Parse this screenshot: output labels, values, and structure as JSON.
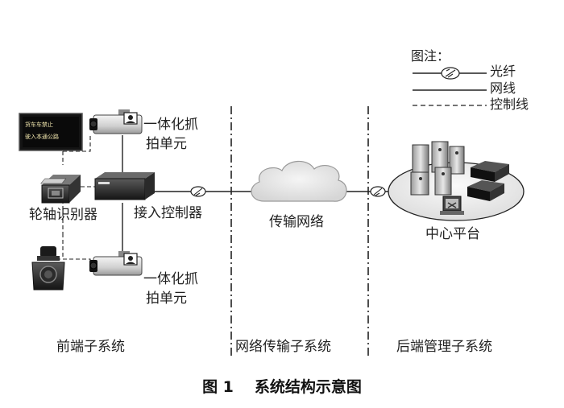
{
  "legend": {
    "title": "图注：",
    "items": [
      {
        "label": "光纤",
        "type": "fiber"
      },
      {
        "label": "网线",
        "type": "network"
      },
      {
        "label": "控制线",
        "type": "control"
      }
    ]
  },
  "devices": {
    "camera_top_label": [
      "一体化抓",
      "拍单元"
    ],
    "camera_bottom_label": [
      "一体化抓",
      "拍单元"
    ],
    "axle_label": "轮轴识别器",
    "controller_label": "接入控制器",
    "network_label": "传输网络",
    "center_label": "中心平台",
    "sign_text": [
      "货车车禁止",
      "驶入本通公路"
    ]
  },
  "subsystems": [
    "前端子系统",
    "网络传输子系统",
    "后端管理子系统"
  ],
  "caption": {
    "figure_no": "图 1",
    "title": "系统结构示意图"
  },
  "colors": {
    "line": "#222222",
    "cloud": "#e6e6e6",
    "sign_bg": "#141414",
    "disc": "#ededed"
  }
}
